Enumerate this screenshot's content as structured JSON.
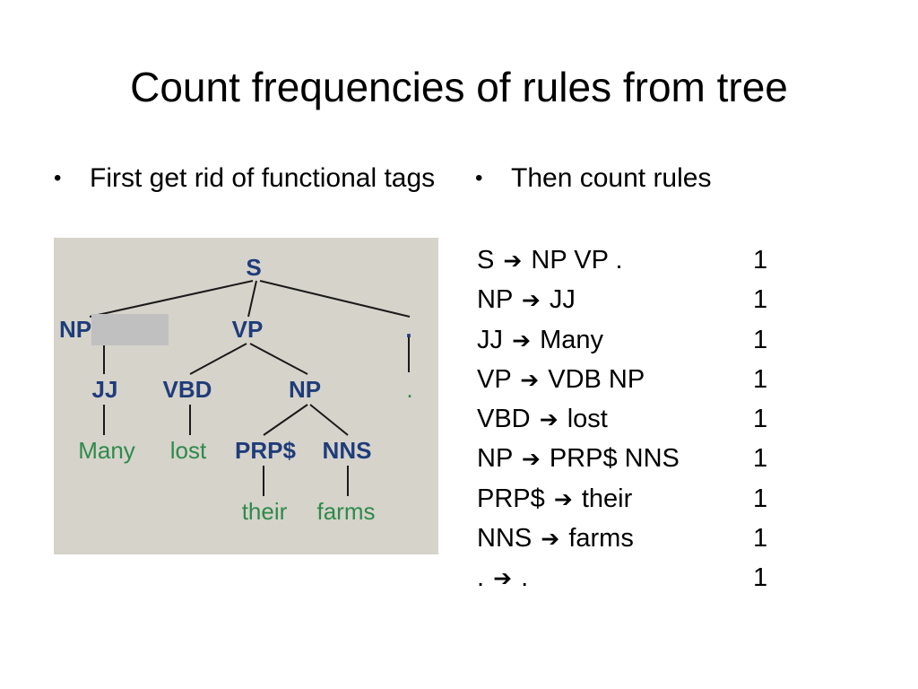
{
  "slide": {
    "title": "Count frequencies of rules from tree",
    "left_bullet": "First get rid of functional tags",
    "right_bullet": "Then count rules",
    "bullet_glyph": "•"
  },
  "tree": {
    "root": "S",
    "np": "NP",
    "vp": "VP",
    "punct": ".",
    "jj": "JJ",
    "vbd": "VBD",
    "np2": "NP",
    "prp": "PRP$",
    "nns": "NNS",
    "many": "Many",
    "lost": "lost",
    "their": "their",
    "farms": "farms",
    "punct_leaf": "."
  },
  "rules": [
    {
      "lhs": "S",
      "rhs": "NP VP .",
      "count": "1"
    },
    {
      "lhs": "NP",
      "rhs": "JJ",
      "count": "1"
    },
    {
      "lhs": "JJ",
      "rhs": "Many",
      "count": "1"
    },
    {
      "lhs": "VP",
      "rhs": "VDB NP",
      "count": "1"
    },
    {
      "lhs": "VBD",
      "rhs": "lost",
      "count": "1"
    },
    {
      "lhs": "NP",
      "rhs": "PRP$ NNS",
      "count": "1"
    },
    {
      "lhs": "PRP$",
      "rhs": "their",
      "count": "1"
    },
    {
      "lhs": "NNS",
      "rhs": "farms",
      "count": "1"
    },
    {
      "lhs": ".",
      "rhs": ".",
      "count": "1"
    }
  ],
  "arrow_glyph": "➔",
  "colors": {
    "tree_background": "#d6d3cb",
    "nonterminal": "#1f3c7a",
    "terminal": "#2e8a4a",
    "redaction": "#c0c0c0"
  }
}
